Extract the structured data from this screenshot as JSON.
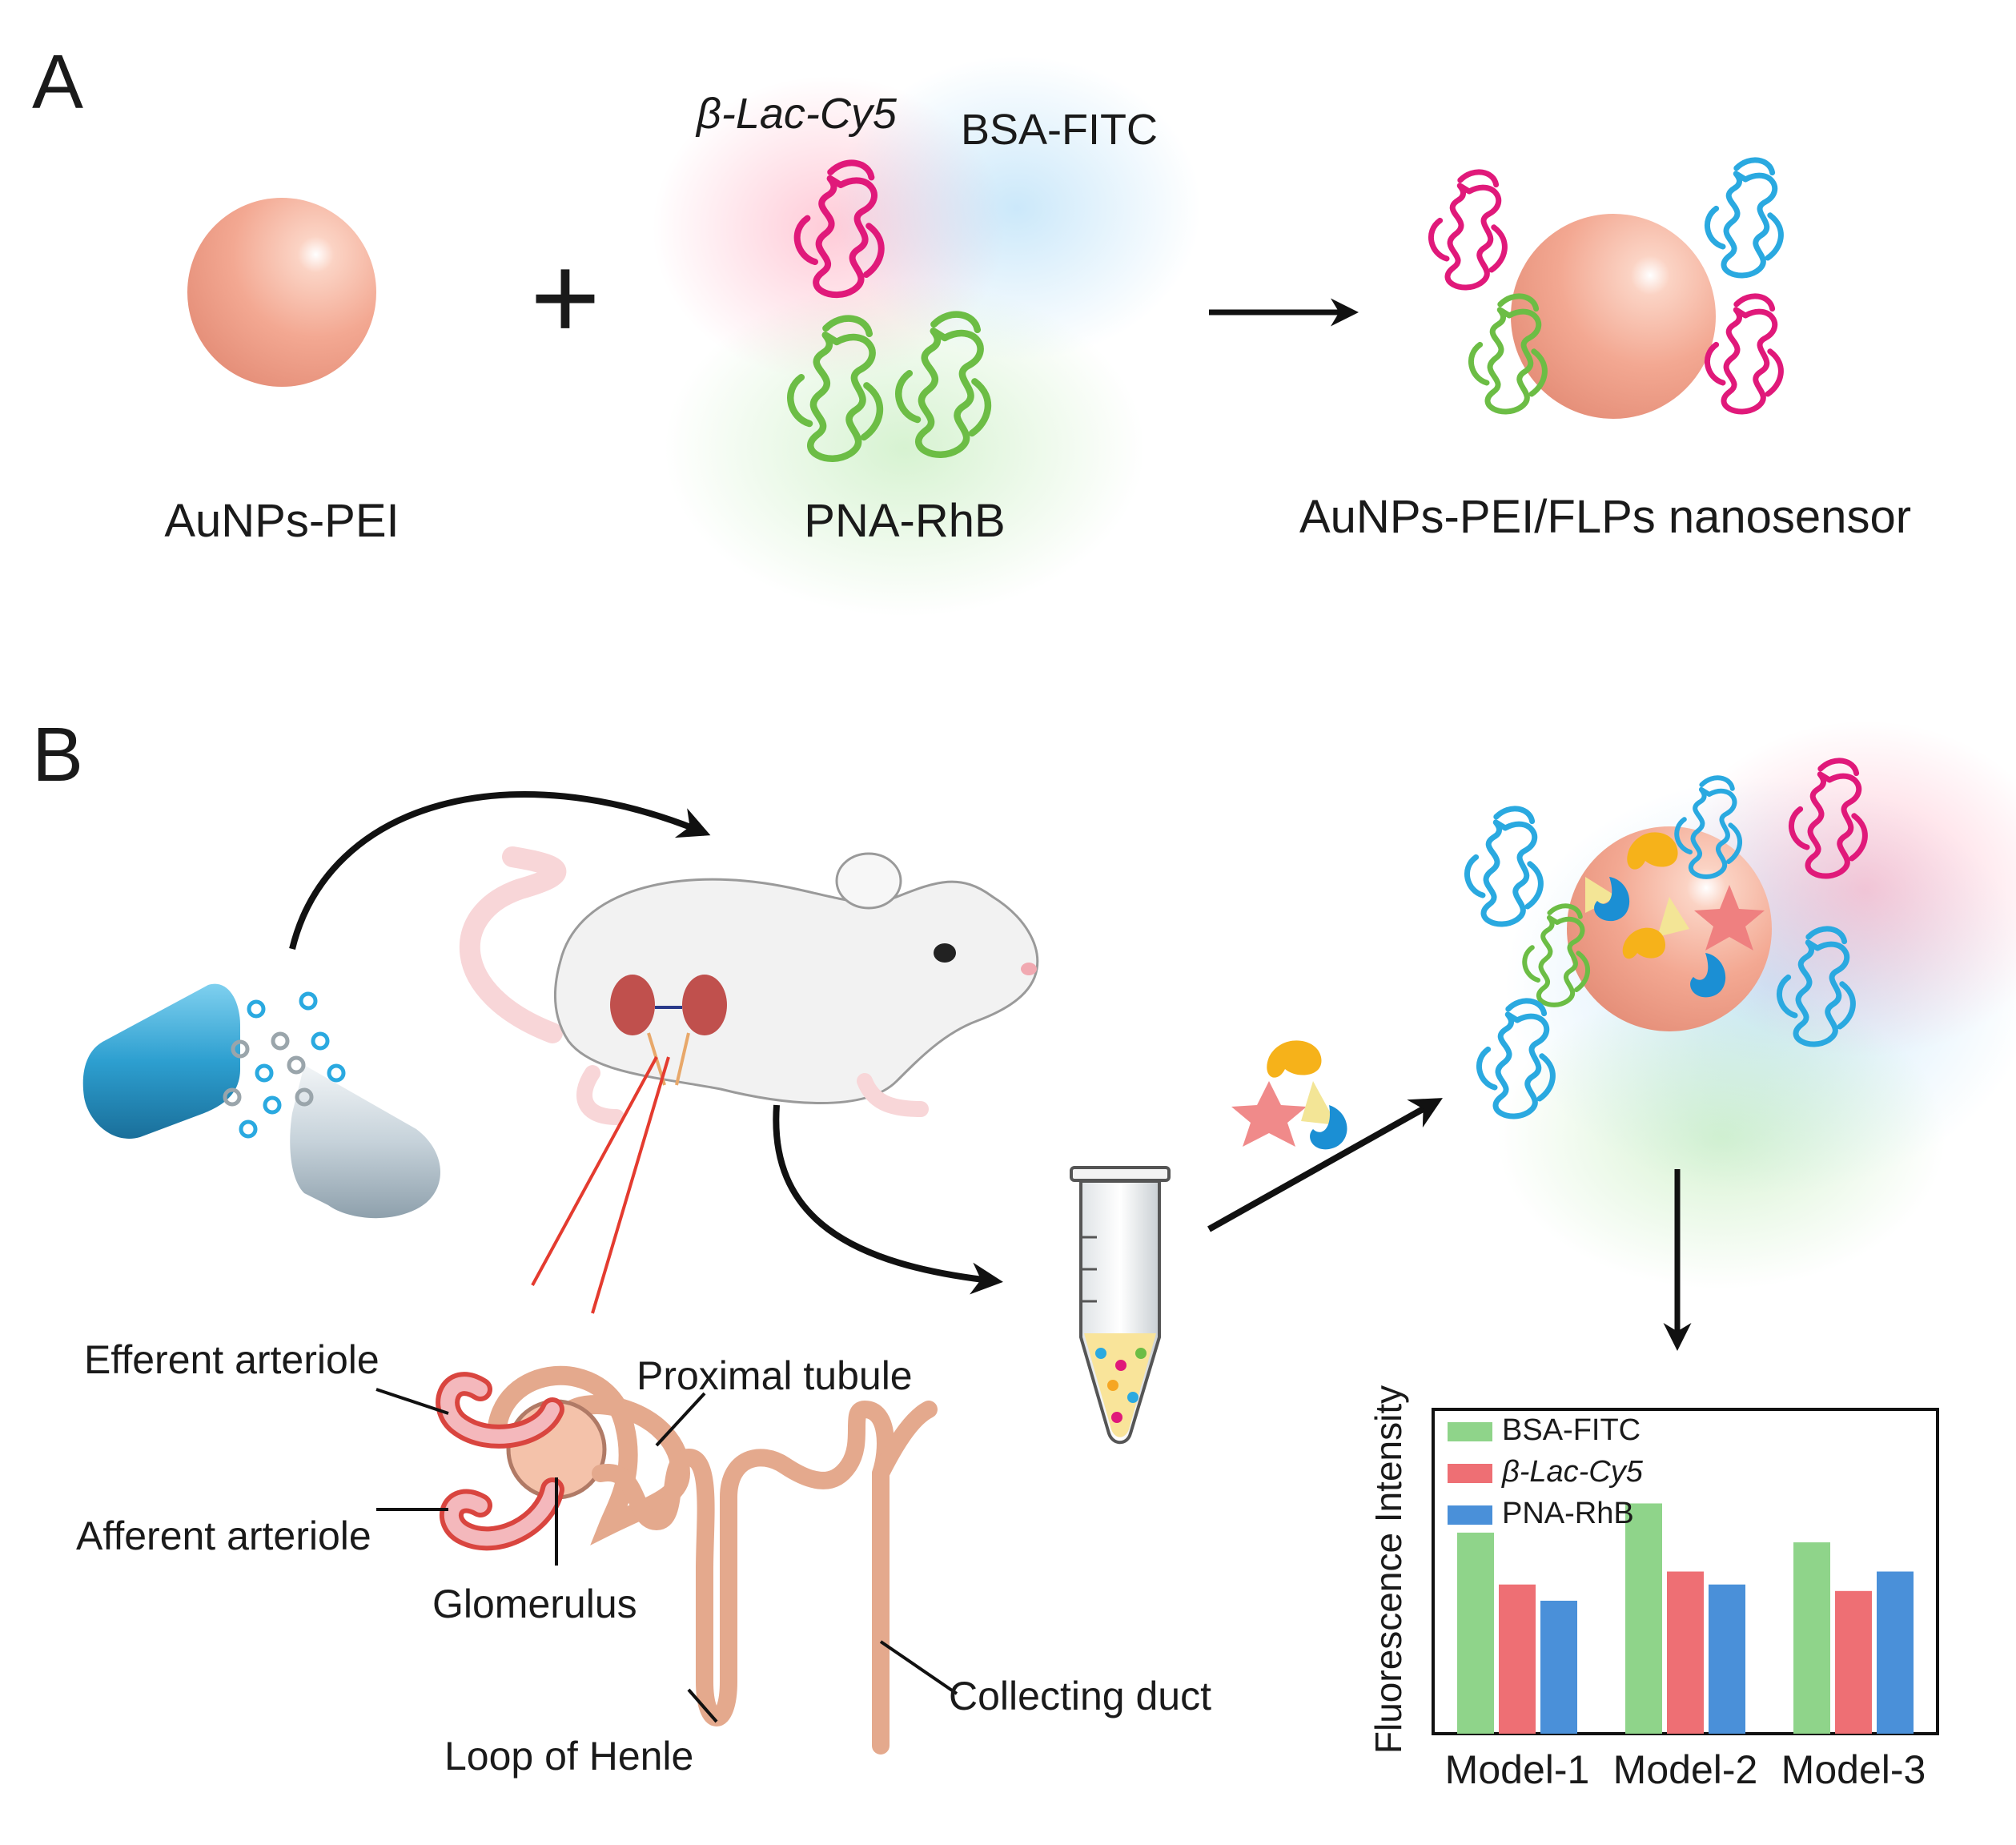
{
  "panel_a": {
    "letter": "A",
    "reagent_label": "AuNPs-PEI",
    "fluor_protein_1": "β-Lac-Cy5",
    "fluor_protein_2": "BSA-FITC",
    "fluor_protein_3": "PNA-RhB",
    "product_label": "AuNPs-PEI/FLPs nanosensor",
    "plus_sign": "+"
  },
  "panel_b": {
    "letter": "B",
    "nephron_labels": {
      "efferent": "Efferent arteriole",
      "afferent": "Afferent arteriole",
      "glomerulus": "Glomerulus",
      "proximal": "Proximal tubule",
      "loop": "Loop of Henle",
      "collecting": "Collecting duct"
    }
  },
  "colors": {
    "bsa": "#8fd48a",
    "lac": "#ee6f74",
    "pna": "#4a90d9",
    "gold_sphere": "#f2a38f",
    "magenta": "#e0197a",
    "cyan": "#2aa9e0",
    "green": "#6cbd45"
  },
  "chart_data": {
    "type": "bar",
    "ylabel": "Fluorescence Intensity",
    "xlabel": "",
    "categories": [
      "Model-1",
      "Model-2",
      "Model-3"
    ],
    "series": [
      {
        "name": "BSA-FITC",
        "values": [
          0.62,
          0.71,
          0.59
        ],
        "color": "#8fd48a"
      },
      {
        "name": "β-Lac-Cy5",
        "values": [
          0.46,
          0.5,
          0.44
        ],
        "color": "#ee6f74"
      },
      {
        "name": "PNA-RhB",
        "values": [
          0.41,
          0.46,
          0.5
        ],
        "color": "#4a90d9"
      }
    ],
    "ylim": [
      0,
      1
    ],
    "grid": false,
    "legend_position": "top-left",
    "yticks_visible": false
  }
}
